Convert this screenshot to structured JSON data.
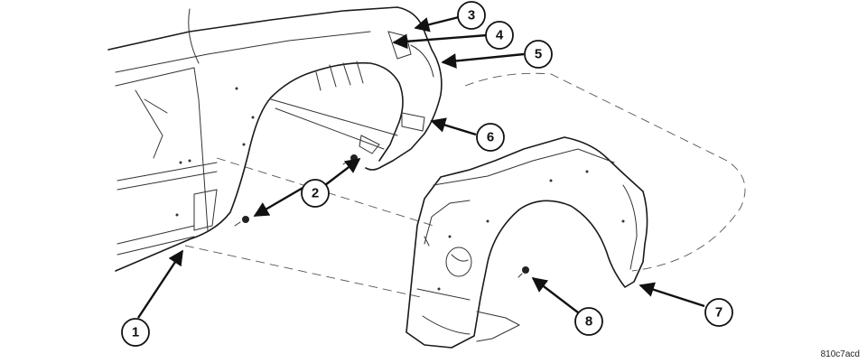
{
  "callouts": [
    {
      "id": "callout-1",
      "label": "1"
    },
    {
      "id": "callout-2",
      "label": "2"
    },
    {
      "id": "callout-3",
      "label": "3"
    },
    {
      "id": "callout-4",
      "label": "4"
    },
    {
      "id": "callout-5",
      "label": "5"
    },
    {
      "id": "callout-6",
      "label": "6"
    },
    {
      "id": "callout-7",
      "label": "7"
    },
    {
      "id": "callout-8",
      "label": "8"
    }
  ],
  "figure_code": "810c7acd"
}
